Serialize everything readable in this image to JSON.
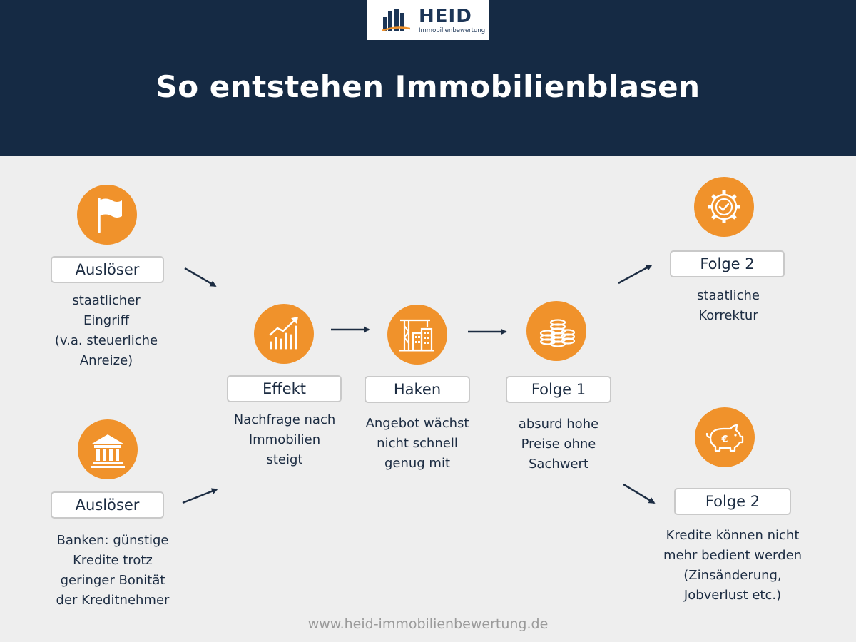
{
  "header": {
    "logo_name": "HEID",
    "logo_subtitle": "Immobilienbewertung",
    "title": "So entstehen Immobilienblasen"
  },
  "colors": {
    "header_bg": "#152a44",
    "accent": "#f0922b",
    "body_bg": "#eeeeee",
    "text": "#1c2c42"
  },
  "nodes": {
    "trigger1": {
      "icon": "flag-icon",
      "label": "Auslöser",
      "desc": [
        "staatlicher",
        "Eingriff",
        "(v.a. steuerliche",
        "Anreize)"
      ]
    },
    "trigger2": {
      "icon": "bank-icon",
      "label": "Auslöser",
      "desc": [
        "Banken: günstige",
        "Kredite trotz",
        "geringer Bonität",
        "der Kreditnehmer"
      ]
    },
    "effect": {
      "icon": "rising-chart-icon",
      "label": "Effekt",
      "desc": [
        "Nachfrage nach",
        "Immobilien",
        "steigt"
      ]
    },
    "catch": {
      "icon": "construction-crane-icon",
      "label": "Haken",
      "desc": [
        "Angebot wächst",
        "nicht schnell",
        "genug mit"
      ]
    },
    "consequence1": {
      "icon": "coin-stacks-icon",
      "label": "Folge 1",
      "desc": [
        "absurd hohe",
        "Preise ohne",
        "Sachwert"
      ]
    },
    "consequence2a": {
      "icon": "gear-check-icon",
      "label": "Folge 2",
      "desc": [
        "staatliche",
        "Korrektur"
      ]
    },
    "consequence2b": {
      "icon": "piggy-bank-euro-icon",
      "label": "Folge 2",
      "desc": [
        "Kredite können nicht",
        "mehr bedient werden",
        "(Zinsänderung,",
        "Jobverlust etc.)"
      ]
    }
  },
  "footer": {
    "url": "www.heid-immobilienbewertung.de"
  }
}
